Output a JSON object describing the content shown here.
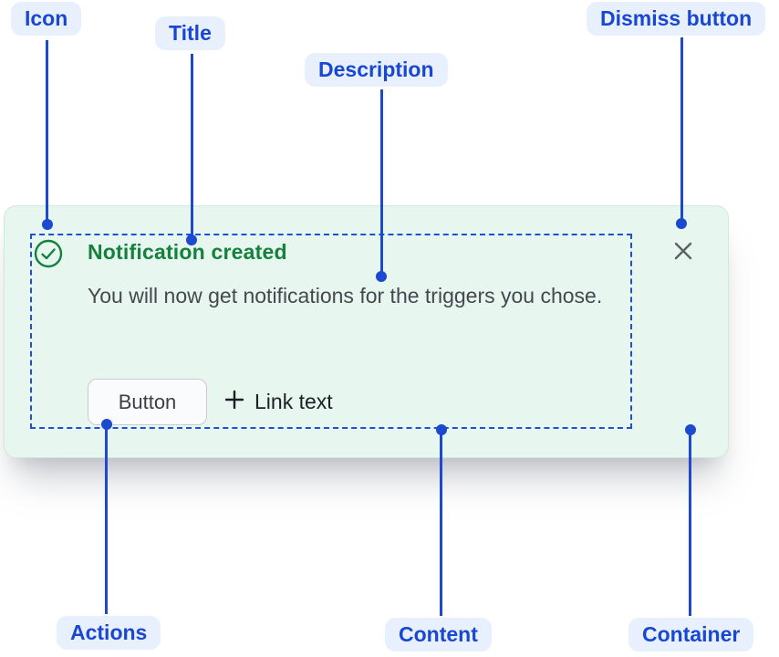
{
  "annotations": {
    "items": [
      {
        "id": "icon",
        "label": "Icon"
      },
      {
        "id": "title",
        "label": "Title"
      },
      {
        "id": "description",
        "label": "Description"
      },
      {
        "id": "dismiss-button",
        "label": "Dismiss button"
      },
      {
        "id": "actions",
        "label": "Actions"
      },
      {
        "id": "content",
        "label": "Content"
      },
      {
        "id": "container",
        "label": "Container"
      }
    ]
  },
  "notification": {
    "title": "Notification created",
    "description": "You will now get notifications for the triggers you chose.",
    "button_label": "Button",
    "link_label": "Link text",
    "icon": "check-circle-icon",
    "dismiss_icon": "close-icon",
    "link_icon": "plus-icon"
  },
  "colors": {
    "annotation_blue": "#1847d3",
    "annotation_pill_bg": "#e9f0fd",
    "annotation_line": "#1b49cf",
    "card_bg": "#e7f6ee",
    "card_border": "#cfe9db",
    "success_green": "#14813c",
    "description_text": "#45484e",
    "content_outline_blue": "#1e4fd6",
    "dismiss_gray": "#5c6167",
    "button_bg": "#fafbfc",
    "button_border": "#c8ccd2"
  }
}
